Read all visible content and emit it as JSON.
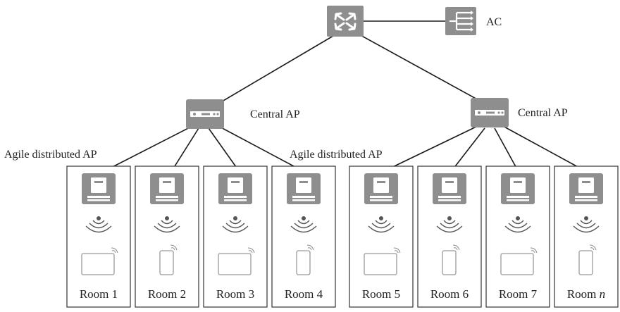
{
  "labels": {
    "controller": "AC",
    "central_ap_left": "Central AP",
    "central_ap_right": "Central AP",
    "agile_ap_left": "Agile distributed AP",
    "agile_ap_right": "Agile distributed AP"
  },
  "rooms": [
    {
      "name": "Room 1",
      "terminal": "tablet"
    },
    {
      "name": "Room 2",
      "terminal": "phone"
    },
    {
      "name": "Room 3",
      "terminal": "tablet"
    },
    {
      "name": "Room 4",
      "terminal": "phone"
    },
    {
      "name": "Room 5",
      "terminal": "tablet"
    },
    {
      "name": "Room 6",
      "terminal": "phone"
    },
    {
      "name": "Room 7",
      "terminal": "tablet"
    },
    {
      "name": "Room ",
      "name_suffix": "n",
      "terminal": "phone"
    }
  ],
  "colors": {
    "device": "#8e8e8e",
    "line": "#1a1a1a",
    "border": "#333333"
  }
}
